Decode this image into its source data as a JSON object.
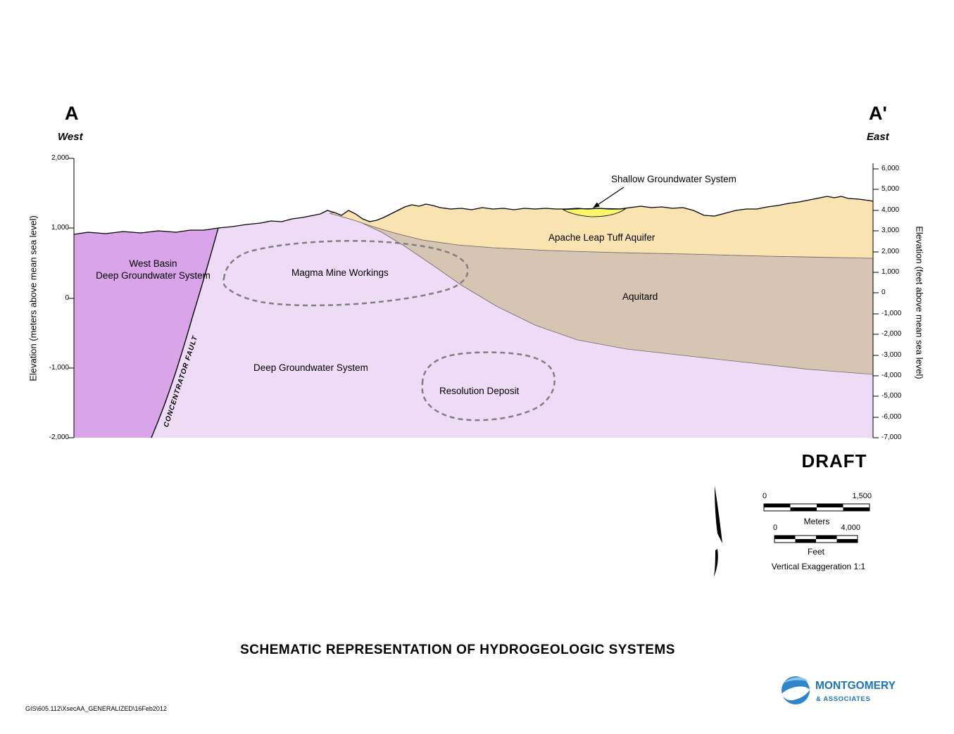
{
  "title": "SCHEMATIC REPRESENTATION OF HYDROGEOLOGIC SYSTEMS",
  "draft_label": "DRAFT",
  "file_path": "GIS\\605.112\\XsecAA_GENERALIZED\\16Feb2012",
  "endpoints": {
    "left_letter": "A",
    "left_direction": "West",
    "right_letter": "A'",
    "right_direction": "East"
  },
  "axes": {
    "left_title": "Elevation (meters above mean sea level)",
    "right_title": "Elevation (feet above mean sea level)",
    "left_ticks": [
      "2,000",
      "1,000",
      "0",
      "-1,000",
      "-2,000"
    ],
    "right_ticks": [
      "6,000",
      "5,000",
      "4,000",
      "3,000",
      "2,000",
      "1,000",
      "0",
      "-1,000",
      "-2,000",
      "-3,000",
      "-4,000",
      "-5,000",
      "-6,000",
      "-7,000"
    ]
  },
  "labels": {
    "shallow_groundwater": "Shallow Groundwater System",
    "apache_leap": "Apache Leap Tuff Aquifer",
    "aquitard": "Aquitard",
    "west_basin_line1": "West Basin",
    "west_basin_line2": "Deep Groundwater System",
    "magma_mine": "Magma Mine Workings",
    "deep_groundwater": "Deep Groundwater System",
    "resolution_deposit": "Resolution Deposit",
    "concentrator_fault": "CONCENTRATOR FAULT"
  },
  "scale": {
    "meters_min": "0",
    "meters_max": "1,500",
    "meters_unit": "Meters",
    "feet_min": "0",
    "feet_max": "4,000",
    "feet_unit": "Feet",
    "vertical_exaggeration": "Vertical Exaggeration 1:1"
  },
  "logo": {
    "name": "MONTGOMERY",
    "subtitle": "& ASSOCIATES"
  },
  "colors": {
    "west_basin": "#d9a5e8",
    "deep_groundwater": "#eedbf6",
    "apache_leap": "#f9e3b1",
    "aquitard": "#d5c5b2",
    "shallow_lens": "#fbf768",
    "dashed_outline": "#7f7f7f",
    "logo_blue": "#1c75bc"
  }
}
